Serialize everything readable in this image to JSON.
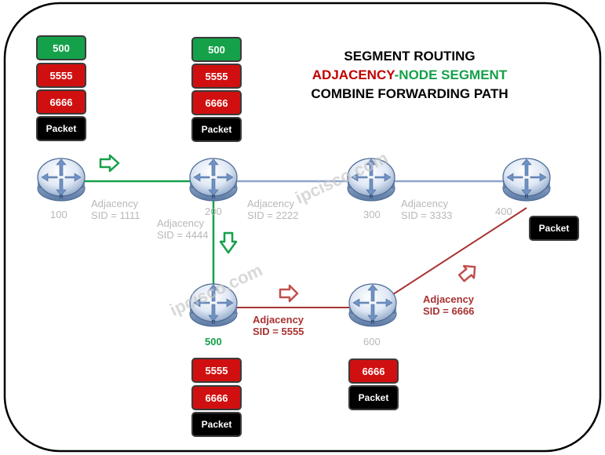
{
  "title": {
    "line1": "SEGMENT ROUTING",
    "line2_part1": "ADJACENCY",
    "line2_part2": "-NODE SEGMENT",
    "line3": "COMBINE FORWARDING PATH"
  },
  "colors": {
    "green": "#15a04a",
    "red": "#c00000",
    "dark_red": "#a83232",
    "blue": "#8ea6cc",
    "grey_text": "#b8b8b8"
  },
  "routers": [
    {
      "label": "100"
    },
    {
      "label": "200"
    },
    {
      "label": "300"
    },
    {
      "label": "400"
    },
    {
      "label": "500"
    },
    {
      "label": "600"
    }
  ],
  "router_badge": "R",
  "links": [
    {
      "line1": "Adjacency",
      "line2": "SID = 1111"
    },
    {
      "line1": "Adjacency",
      "line2": "SID = 4444"
    },
    {
      "line1": "Adjacency",
      "line2": "SID = 2222"
    },
    {
      "line1": "Adjacency",
      "line2": "SID = 3333"
    },
    {
      "line1": "Adjacency",
      "line2": "SID = 5555"
    },
    {
      "line1": "Adjacency",
      "line2": "SID = 6666"
    }
  ],
  "stacks": {
    "at_100": [
      "500",
      "5555",
      "6666",
      "Packet"
    ],
    "at_200": [
      "500",
      "5555",
      "6666",
      "Packet"
    ],
    "at_500": [
      "5555",
      "6666",
      "Packet"
    ],
    "at_600": [
      "6666",
      "Packet"
    ],
    "at_400": [
      "Packet"
    ]
  },
  "watermarks": [
    "ipcisco.com",
    "ipcisco.com"
  ]
}
